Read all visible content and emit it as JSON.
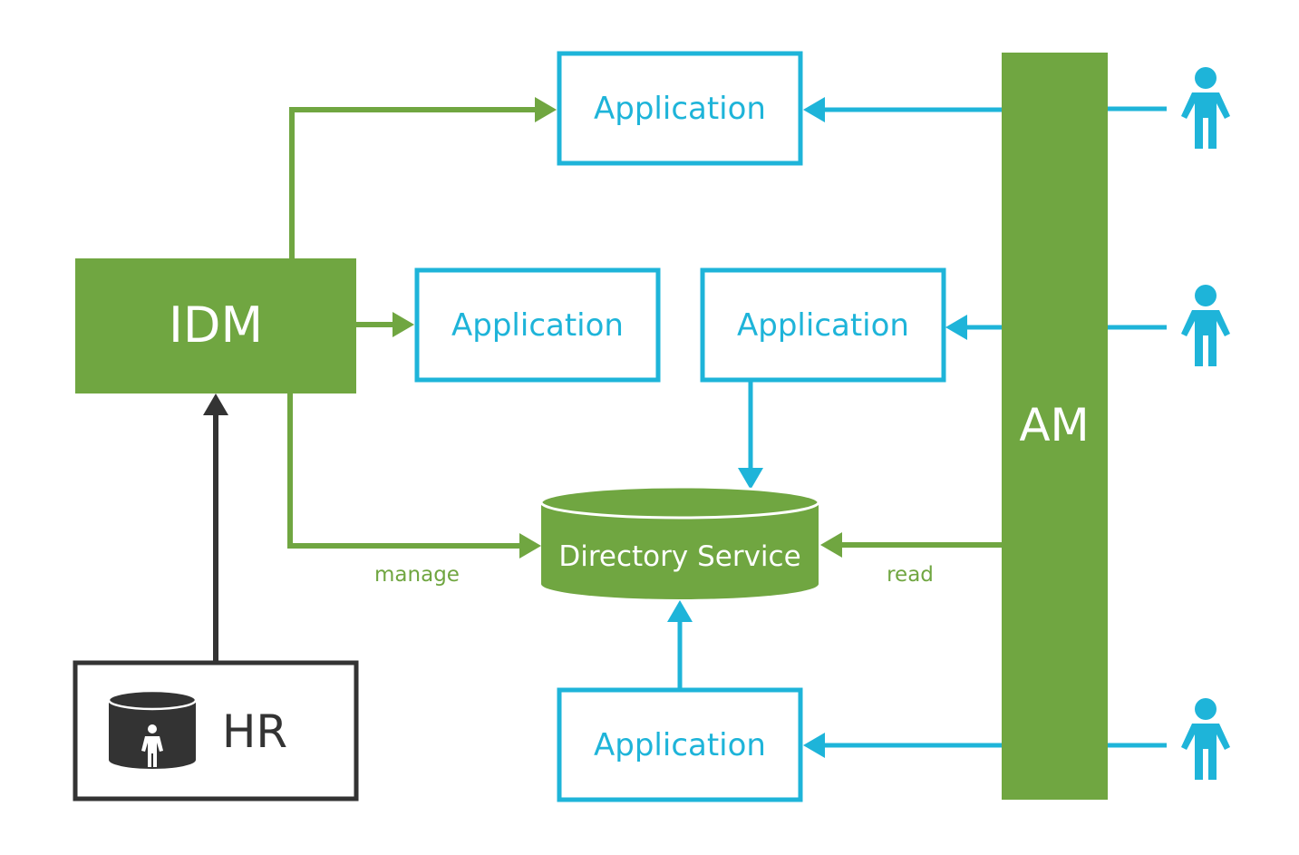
{
  "colors": {
    "green": "#70a641",
    "blue": "#1eb4d9",
    "dark": "#333333",
    "white": "#ffffff"
  },
  "nodes": {
    "idm": {
      "label": "IDM"
    },
    "am": {
      "label": "AM"
    },
    "hr": {
      "label": "HR",
      "icon": "database-person-icon"
    },
    "directory": {
      "label": "Directory Service",
      "icon": "database-cylinder"
    },
    "app_top": {
      "label": "Application"
    },
    "app_mid_left": {
      "label": "Application"
    },
    "app_mid_right": {
      "label": "Application"
    },
    "app_bottom": {
      "label": "Application"
    }
  },
  "edges": {
    "manage_label": "manage",
    "read_label": "read"
  },
  "users": [
    {
      "icon": "user-icon"
    },
    {
      "icon": "user-icon"
    },
    {
      "icon": "user-icon"
    }
  ]
}
